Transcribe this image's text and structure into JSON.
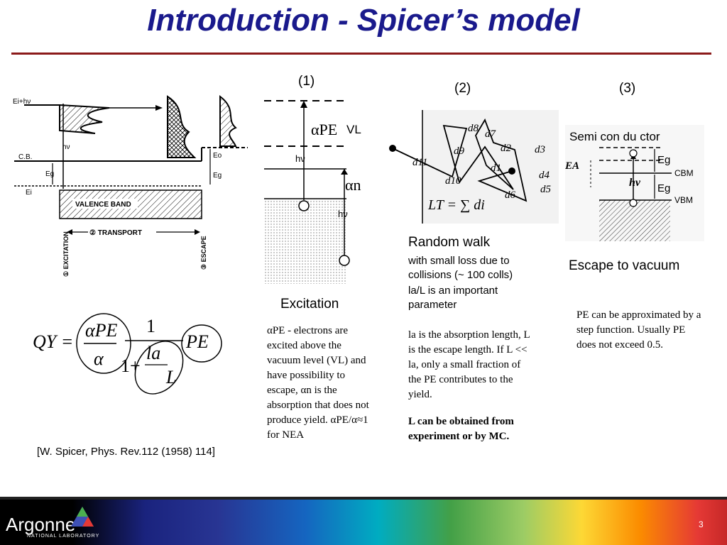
{
  "slide": {
    "title": "Introduction - Spicer’s model",
    "citation": "[W. Spicer, Phys. Rev.112 (1958) 114]",
    "page_number": "3"
  },
  "footer": {
    "logo_text": "Argonne",
    "logo_sub": "NATIONAL LABORATORY"
  },
  "step_labels": [
    "(1)",
    "(2)",
    "(3)"
  ],
  "band_diagram": {
    "ei_hv": "Ei+hν",
    "hv": "hν",
    "cb": "C.B.",
    "eg": "Eg",
    "ei": "Ei",
    "eo": "Eo",
    "valence_band": "VALENCE BAND",
    "transport": "② TRANSPORT",
    "excitation": "① EXCITATION",
    "escape": "③ ESCAPE"
  },
  "excitation_diagram": {
    "alpha_pe": "αPE",
    "vl": "VL",
    "hv": "hν",
    "alpha_n": "αn"
  },
  "walk_diagram": {
    "d_labels": [
      "d8",
      "d7",
      "d9",
      "d2",
      "d3",
      "d11",
      "d1",
      "d4",
      "d10",
      "d5",
      "d6"
    ],
    "lt_formula": "LT = ∑ di"
  },
  "semiconductor_diagram": {
    "title": "Semi con du ctor",
    "ea": "EA",
    "eg": "Eg",
    "cbm": "CBM",
    "hv": "hν",
    "vbm": "VBM"
  },
  "formula": {
    "lhs": "QY =",
    "alpha_pe": "αPE",
    "alpha": "α",
    "one": "1",
    "one_plus": "1+",
    "la": "la",
    "L": "L",
    "pe": "PE"
  },
  "excitation": {
    "heading": "Excitation",
    "body": "αPE - electrons are excited above the vacuum level (VL) and have possibility to escape, αn is the absorption that does not produce yield. αPE/α≈1 for NEA"
  },
  "random_walk": {
    "heading": "Random walk",
    "body1": "with small loss due to collisions (~ 100 colls)",
    "body2": "la/L is an important parameter",
    "body3": "la is the absorption length, L is the escape length. If L << la, only a small fraction of the PE contributes to the yield.",
    "body4": "L can be obtained from experiment or by MC."
  },
  "escape": {
    "heading": "Escape to vacuum",
    "body": "PE can be approximated by a step function. Usually PE does not exceed 0.5."
  }
}
